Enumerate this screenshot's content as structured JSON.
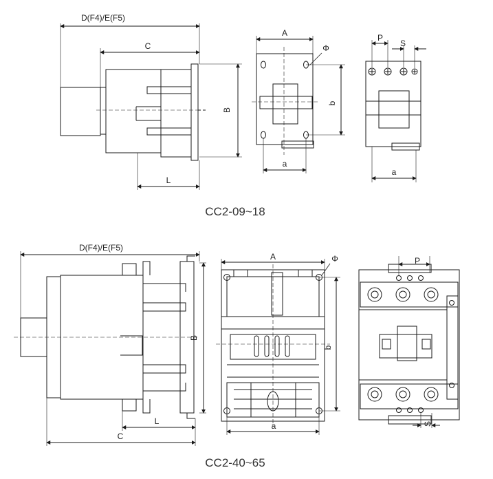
{
  "top_group": {
    "caption": "CC2-09~18",
    "side_view": {
      "width_label": "D(F4)/E(F5)",
      "depth_label": "C",
      "height_label": "B",
      "length_label": "L"
    },
    "mount_view": {
      "width_label": "A",
      "hole_label": "Φ",
      "pitch_label": "b",
      "base_label": "a"
    },
    "terminal_view": {
      "pitch_label": "P",
      "spacing_label": "S",
      "base_label": "a"
    }
  },
  "bottom_group": {
    "caption": "CC2-40~65",
    "side_view": {
      "width_label": "D(F4)/E(F5)",
      "height_label": "B",
      "length_label": "L",
      "depth_label": "C"
    },
    "mount_view": {
      "width_label": "A",
      "hole_label": "Φ",
      "pitch_label": "b",
      "base_label": "a"
    },
    "terminal_view": {
      "pitch_label": "P",
      "spacing_label": "S"
    }
  },
  "colors": {
    "line": "#1a1a1a",
    "text": "#222222",
    "background": "#ffffff"
  }
}
